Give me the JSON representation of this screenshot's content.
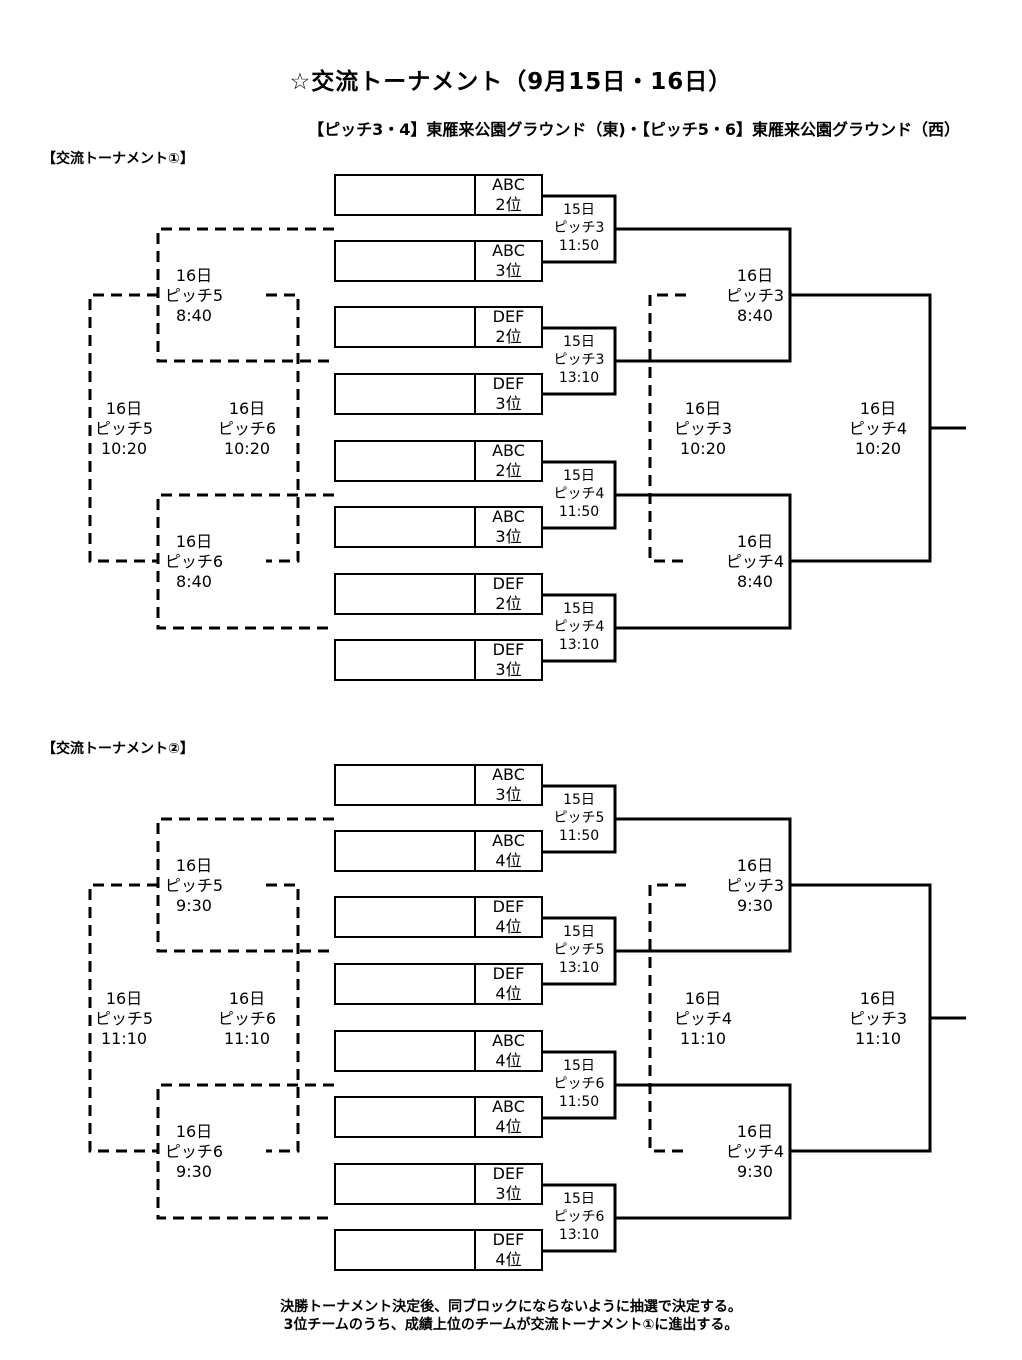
{
  "title": "☆交流トーナメント（9月15日・16日）",
  "venue": "【ピッチ3・4】東雁来公園グラウンド（東)・【ピッチ5・6】東雁来公園グラウンド（西）",
  "footnote": [
    "決勝トーナメント決定後、同ブロックにならないように抽選で決定する。",
    "3位チームのうち、成績上位のチームが交流トーナメント①に進出する。"
  ],
  "tournaments": [
    {
      "heading": "【交流トーナメント①】",
      "slots": [
        {
          "group": "ABC",
          "rank": "2位"
        },
        {
          "group": "ABC",
          "rank": "3位"
        },
        {
          "group": "DEF",
          "rank": "2位"
        },
        {
          "group": "DEF",
          "rank": "3位"
        },
        {
          "group": "ABC",
          "rank": "2位"
        },
        {
          "group": "ABC",
          "rank": "3位"
        },
        {
          "group": "DEF",
          "rank": "2位"
        },
        {
          "group": "DEF",
          "rank": "3位"
        }
      ],
      "r1": [
        {
          "day": "15日",
          "pitch": "ピッチ3",
          "time": "11:50"
        },
        {
          "day": "15日",
          "pitch": "ピッチ3",
          "time": "13:10"
        },
        {
          "day": "15日",
          "pitch": "ピッチ4",
          "time": "11:50"
        },
        {
          "day": "15日",
          "pitch": "ピッチ4",
          "time": "13:10"
        }
      ],
      "winners_semis": [
        {
          "day": "16日",
          "pitch": "ピッチ3",
          "time": "8:40"
        },
        {
          "day": "16日",
          "pitch": "ピッチ4",
          "time": "8:40"
        }
      ],
      "winners_final": {
        "day": "16日",
        "pitch": "ピッチ4",
        "time": "10:20"
      },
      "winners_third": {
        "day": "16日",
        "pitch": "ピッチ3",
        "time": "10:20"
      },
      "losers_semis": [
        {
          "day": "16日",
          "pitch": "ピッチ5",
          "time": "8:40"
        },
        {
          "day": "16日",
          "pitch": "ピッチ6",
          "time": "8:40"
        }
      ],
      "losers_left": {
        "day": "16日",
        "pitch": "ピッチ5",
        "time": "10:20"
      },
      "losers_right": {
        "day": "16日",
        "pitch": "ピッチ6",
        "time": "10:20"
      }
    },
    {
      "heading": "【交流トーナメント②】",
      "slots": [
        {
          "group": "ABC",
          "rank": "3位"
        },
        {
          "group": "ABC",
          "rank": "4位"
        },
        {
          "group": "DEF",
          "rank": "4位"
        },
        {
          "group": "DEF",
          "rank": "4位"
        },
        {
          "group": "ABC",
          "rank": "4位"
        },
        {
          "group": "ABC",
          "rank": "4位"
        },
        {
          "group": "DEF",
          "rank": "3位"
        },
        {
          "group": "DEF",
          "rank": "4位"
        }
      ],
      "r1": [
        {
          "day": "15日",
          "pitch": "ピッチ5",
          "time": "11:50"
        },
        {
          "day": "15日",
          "pitch": "ピッチ5",
          "time": "13:10"
        },
        {
          "day": "15日",
          "pitch": "ピッチ6",
          "time": "11:50"
        },
        {
          "day": "15日",
          "pitch": "ピッチ6",
          "time": "13:10"
        }
      ],
      "winners_semis": [
        {
          "day": "16日",
          "pitch": "ピッチ3",
          "time": "9:30"
        },
        {
          "day": "16日",
          "pitch": "ピッチ4",
          "time": "9:30"
        }
      ],
      "winners_final": {
        "day": "16日",
        "pitch": "ピッチ3",
        "time": "11:10"
      },
      "winners_third": {
        "day": "16日",
        "pitch": "ピッチ4",
        "time": "11:10"
      },
      "losers_semis": [
        {
          "day": "16日",
          "pitch": "ピッチ5",
          "time": "9:30"
        },
        {
          "day": "16日",
          "pitch": "ピッチ6",
          "time": "9:30"
        }
      ],
      "losers_left": {
        "day": "16日",
        "pitch": "ピッチ5",
        "time": "11:10"
      },
      "losers_right": {
        "day": "16日",
        "pitch": "ピッチ6",
        "time": "11:10"
      }
    }
  ]
}
